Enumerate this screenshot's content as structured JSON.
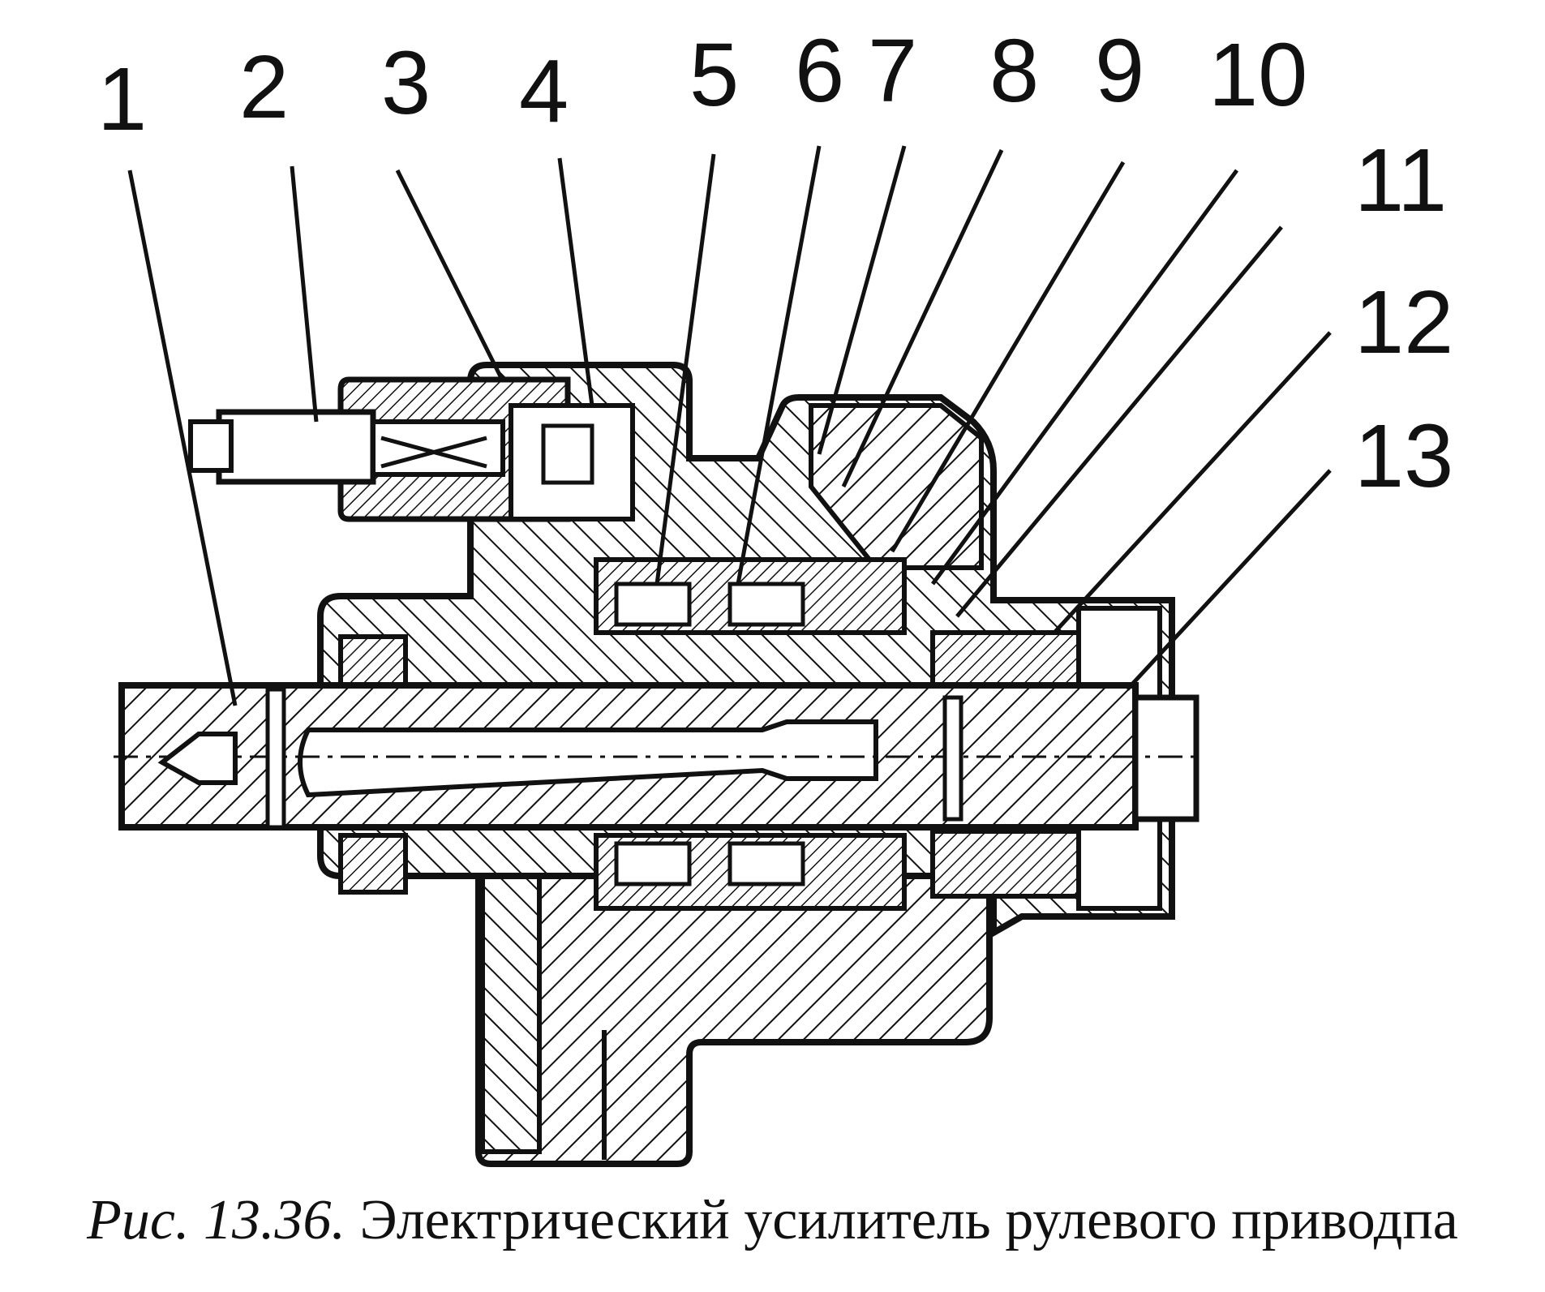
{
  "figure": {
    "caption_number": "Рис. 13.36.",
    "caption_text": "Электрический усилитель рулевого приводпа"
  },
  "callouts": [
    {
      "label": "1"
    },
    {
      "label": "2"
    },
    {
      "label": "3"
    },
    {
      "label": "4"
    },
    {
      "label": "5"
    },
    {
      "label": "6"
    },
    {
      "label": "7"
    },
    {
      "label": "8"
    },
    {
      "label": "9"
    },
    {
      "label": "10"
    },
    {
      "label": "11"
    },
    {
      "label": "12"
    },
    {
      "label": "13"
    }
  ],
  "colors": {
    "ink": "#111111",
    "paper": "#ffffff"
  }
}
